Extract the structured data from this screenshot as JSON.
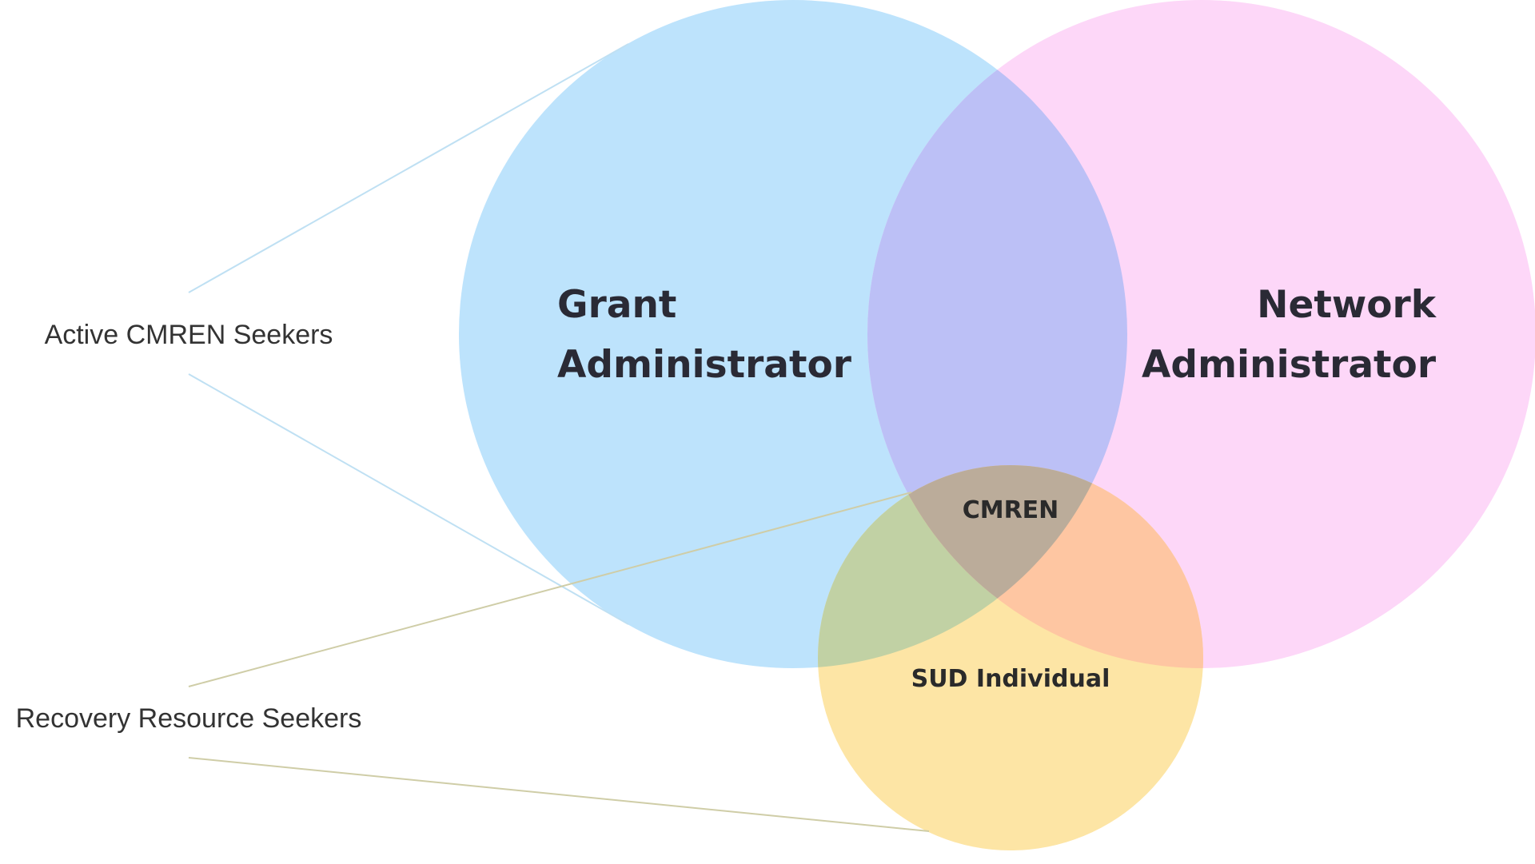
{
  "colors": {
    "grant_circle": "#bde3fc",
    "network_circle": "#fdd7f8",
    "sud_circle": "#fde5a5",
    "grant_network_overlap": "#bcc0f6",
    "grant_sud_overlap": "#c1d1a4",
    "network_sud_overlap": "#fec6a2",
    "center_overlap": "#bbac9a",
    "active_seekers_lines": "#bfe0f3",
    "recovery_seekers_lines": "#cfcda7"
  },
  "circles": {
    "grant": {
      "label_line1": "Grant",
      "label_line2": "Administrator"
    },
    "network": {
      "label_line1": "Network",
      "label_line2": "Administrator"
    },
    "sud": {
      "label": "SUD Individual"
    }
  },
  "center": {
    "label": "CMREN"
  },
  "side_labels": {
    "active": "Active CMREN Seekers",
    "recovery": "Recovery Resource Seekers"
  }
}
